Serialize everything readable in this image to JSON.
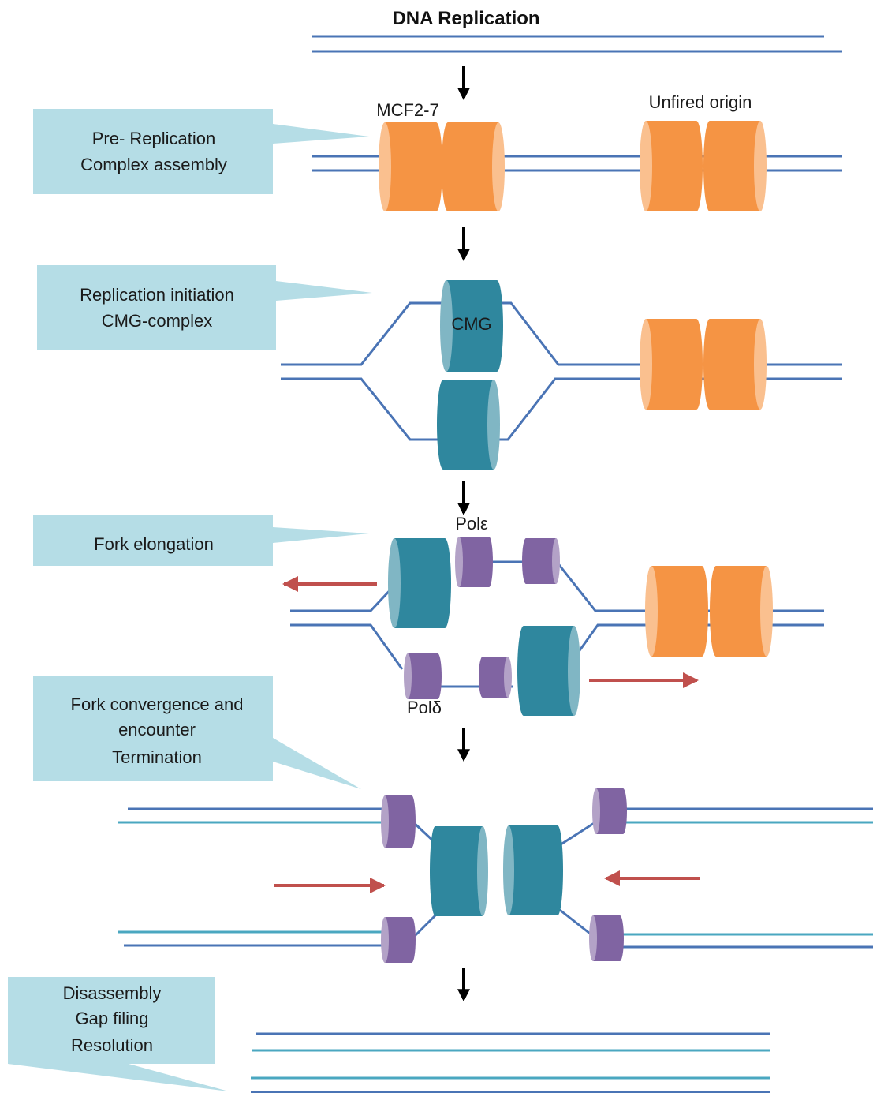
{
  "title": "DNA Replication",
  "steps": [
    {
      "lines": [
        "Pre- Replication",
        "Complex assembly"
      ]
    },
    {
      "lines": [
        "Replication initiation",
        "CMG-complex"
      ]
    },
    {
      "lines": [
        "Fork elongation"
      ]
    },
    {
      "lines": [
        "Fork convergence and",
        "encounter",
        "Termination"
      ]
    },
    {
      "lines": [
        "Disassembly",
        "Gap filing",
        "Resolution"
      ]
    }
  ],
  "labels": {
    "mcm": "MCF2-7",
    "unfired": "Unfired origin",
    "cmg": "CMG",
    "pol_epsilon": "Polε",
    "pol_delta": "Polδ"
  },
  "colors": {
    "callout": "#b5dde6",
    "mcm_body": "#f59444",
    "mcm_face": "#fac08f",
    "cmg_body": "#2f879e",
    "cmg_face": "#80b6c4",
    "pol_body": "#8064a2",
    "pol_face": "#b3a2c7",
    "dna_dark": "#4a74b5",
    "dna_light": "#4aa7c0",
    "arrow_red": "#c0504d",
    "arrow_black": "#000000"
  },
  "icons": {
    "step_arrow": "down-arrow-icon",
    "direction_arrow": "red-arrow-icon",
    "helicase": "cylinder-icon"
  }
}
